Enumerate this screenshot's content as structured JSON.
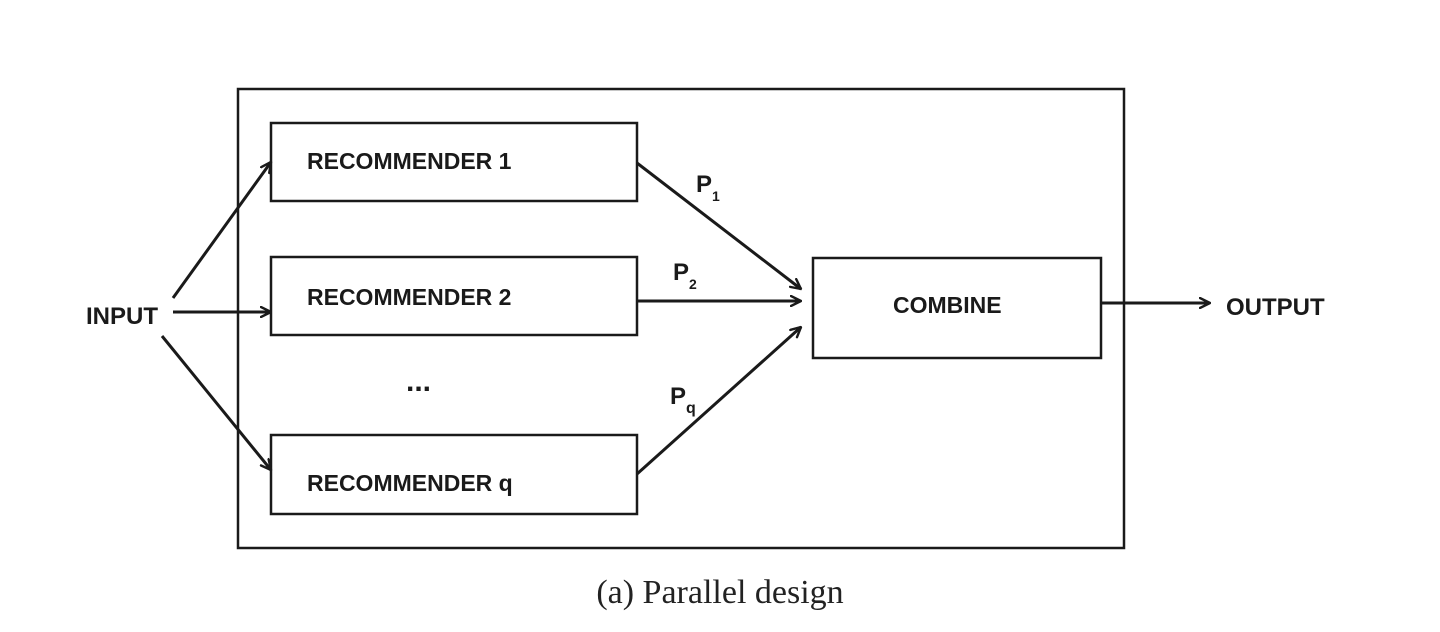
{
  "diagram": {
    "input_label": "INPUT",
    "output_label": "OUTPUT",
    "combine_label": "COMBINE",
    "recommenders": [
      "RECOMMENDER 1",
      "RECOMMENDER 2",
      "RECOMMENDER q"
    ],
    "ellipsis": "...",
    "edge_labels": [
      {
        "main": "P",
        "sub": "1"
      },
      {
        "main": "P",
        "sub": "2"
      },
      {
        "main": "P",
        "sub": "q"
      }
    ]
  },
  "caption": "(a) Parallel design"
}
